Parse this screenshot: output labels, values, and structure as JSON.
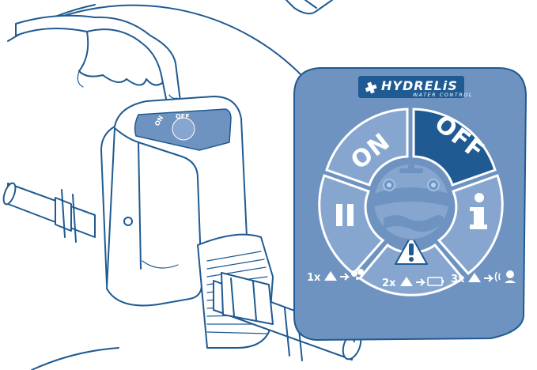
{
  "colors": {
    "panel_background": "#6f93c1",
    "segment_light": "#86a6cf",
    "segment_active": "#1f5a92",
    "outline": "#1f5a92",
    "white": "#ffffff"
  },
  "panel": {
    "brand_name": "HYDRELiS",
    "brand_tagline": "WATER CONTROL",
    "buttons": {
      "on": "ON",
      "off": "OFF",
      "pause_icon": "pause-icon",
      "info_icon": "info-icon",
      "alert_icon": "warning-triangle-icon"
    },
    "active_button": "off",
    "legend": [
      {
        "count": "1x",
        "icon": "water-leak-icon"
      },
      {
        "count": "2x",
        "icon": "battery-icon"
      },
      {
        "count": "3x",
        "icon": "radio-signal-icon"
      }
    ]
  },
  "device": {
    "mini_panel": {
      "on": "ON",
      "off": "OFF"
    }
  }
}
